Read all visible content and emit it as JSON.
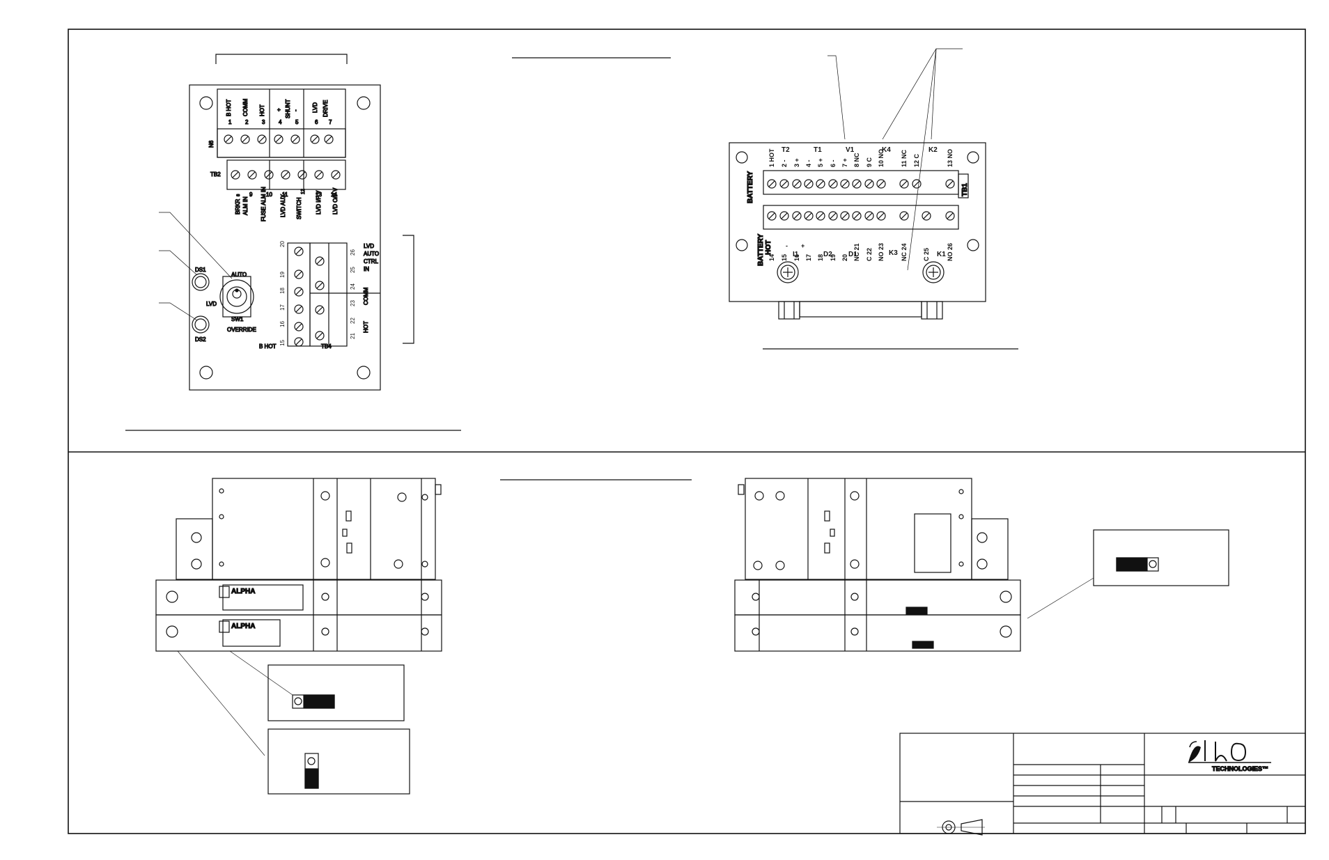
{
  "tb6": {
    "id": "N6",
    "terminals": [
      {
        "num": "1",
        "label": "B HOT"
      },
      {
        "num": "2",
        "label": "COMM"
      },
      {
        "num": "3",
        "label": "HOT"
      },
      {
        "num": "4",
        "label": "+"
      },
      {
        "num": "5",
        "label": "-"
      },
      {
        "num": "6",
        "label": "LVD"
      },
      {
        "num": "7",
        "label": "DRIVE"
      }
    ],
    "shunt_label": "SHUNT"
  },
  "tb2": {
    "id": "TB2",
    "terminals": [
      {
        "num": "8",
        "label": "BRKR"
      },
      {
        "num": "9",
        "label": "ALM IN"
      },
      {
        "num": "10",
        "label": "FUSE ALM IN"
      },
      {
        "num": "11",
        "label": "LVD AUX"
      },
      {
        "num": "12",
        "label": "SWITCH"
      },
      {
        "num": "13",
        "label": "LVD I/P V"
      },
      {
        "num": "14",
        "label": "LVD O/P V"
      }
    ]
  },
  "tb4": {
    "id": "TB4",
    "left_nums": [
      "20",
      "19",
      "18",
      "17",
      "16",
      "15"
    ],
    "right_nums": [
      "26",
      "25",
      "24",
      "23",
      "22",
      "21"
    ],
    "b_hot": "B HOT",
    "lvd_auto": [
      "LVD",
      "AUTO",
      "CTRL",
      "IN"
    ],
    "comm": "COMM",
    "hot": "HOT"
  },
  "switch": {
    "ds1": "DS1",
    "ds2": "DS2",
    "auto": "AUTO",
    "lvd": "LVD",
    "sw1": "SW1",
    "override": "OVERRIDE"
  },
  "tb1": {
    "id": "TB1",
    "battery_top": "BATTERY",
    "battery_bottom": [
      "BATTERY",
      "HOT"
    ],
    "top_nums": [
      "1 HOT",
      "2 -",
      "3 +",
      "4 -",
      "5 +",
      "6 -",
      "7 +",
      "8 NC",
      "9 C",
      "10 NO",
      "11 NC",
      "12 C",
      "13 NO"
    ],
    "top_groups": [
      "T2",
      "T1",
      "V1",
      "K4",
      "K2"
    ],
    "bottom_nums": [
      "14",
      "15",
      "16",
      "17",
      "18",
      "19",
      "20",
      "NC 21",
      "C 22",
      "NO 23",
      "NC 24",
      "C 25",
      "NO 26"
    ],
    "bottom_signs": [
      "-",
      "+"
    ],
    "bottom_groups": [
      "I1",
      "D2",
      "D1",
      "K3",
      "K1"
    ]
  },
  "module": {
    "brand": "ALPHA"
  },
  "logo": {
    "name": "alpha",
    "sub": "TECHNOLOGIES™"
  }
}
